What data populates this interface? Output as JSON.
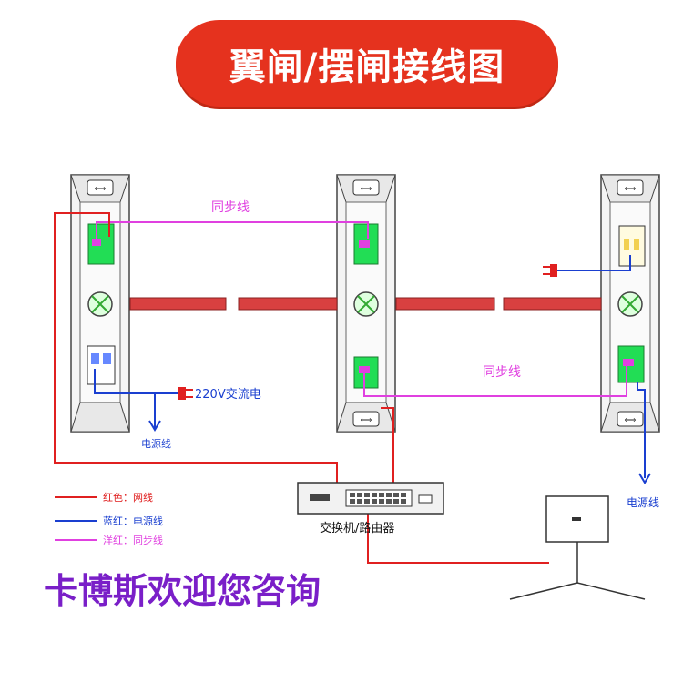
{
  "title": "翼闸/摆闸接线图",
  "labels": {
    "sync_top": "同步线",
    "sync_bottom": "同步线",
    "ac_power": "220V交流电",
    "power_left": "电源线",
    "power_right": "电源线",
    "switch": "交换机/路由器"
  },
  "legend": [
    {
      "text": "红色：网线",
      "color": "#e02020"
    },
    {
      "text": "蓝红：电源线",
      "color": "#1a3fd0"
    },
    {
      "text": "洋红：同步线",
      "color": "#e040e0"
    }
  ],
  "footer": "卡博斯欢迎您咨询",
  "colors": {
    "title_bg": "#e5321e",
    "network": "#e02020",
    "power": "#1a3fd0",
    "sync": "#e040e0",
    "barrier": "#d84040",
    "board": "#22dd55",
    "footer": "#7a1fc8"
  }
}
